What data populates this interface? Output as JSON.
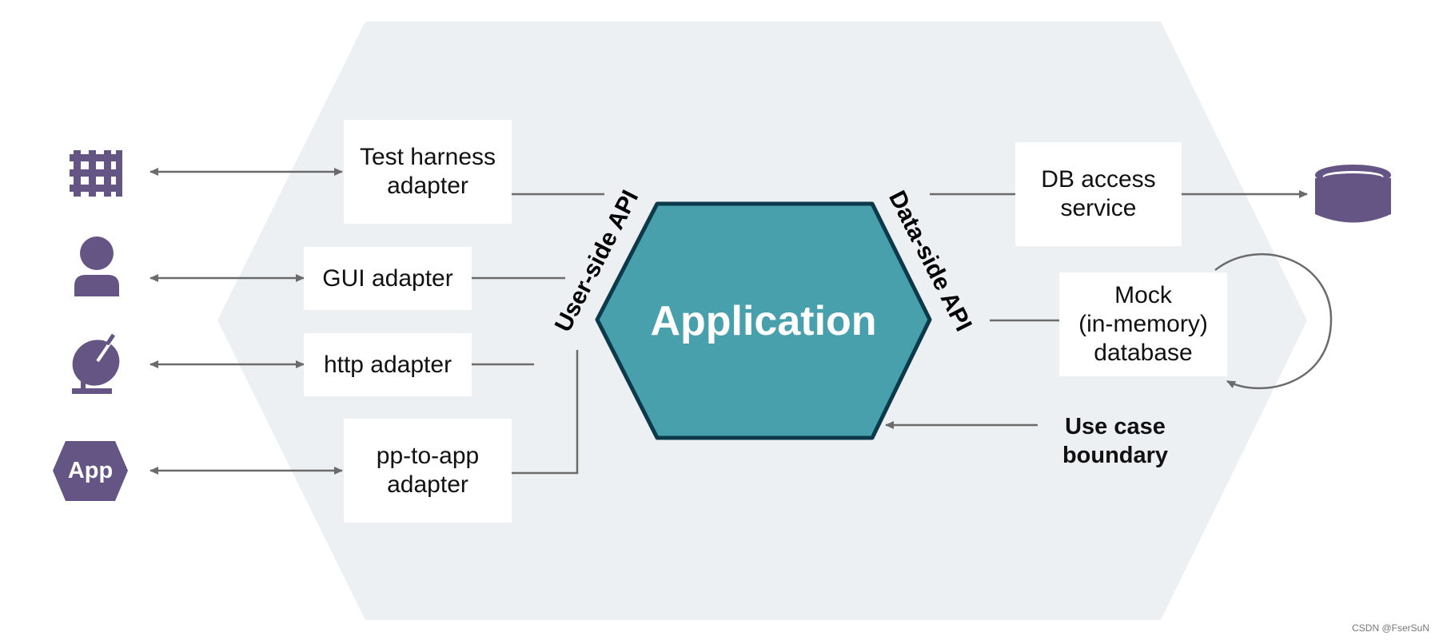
{
  "colors": {
    "outer_hexagon": "#ECF0F3",
    "core_fill": "#48A0AC",
    "core_stroke": "#0C3A4A",
    "actor_icons": "#655584",
    "lines": "#6B6B6B",
    "box_fill": "#FFFFFF"
  },
  "core": {
    "label": "Application"
  },
  "ports": {
    "user_side": "User-side API",
    "data_side": "Data-side API"
  },
  "left_adapters": [
    {
      "label": "Test harness\nadapter",
      "actor_icon": "grid-icon"
    },
    {
      "label": "GUI adapter",
      "actor_icon": "person-icon"
    },
    {
      "label": "http adapter",
      "actor_icon": "satellite-dish-icon"
    },
    {
      "label": "pp-to-app\nadapter",
      "actor_icon": "app-hexagon-icon",
      "actor_text": "App"
    }
  ],
  "right_adapters": [
    {
      "label": "DB access\nservice",
      "target_icon": "database-icon"
    },
    {
      "label": "Mock\n(in-memory)\ndatabase"
    }
  ],
  "boundary_label": "Use case\nboundary",
  "watermark": "CSDN @FserSuN"
}
